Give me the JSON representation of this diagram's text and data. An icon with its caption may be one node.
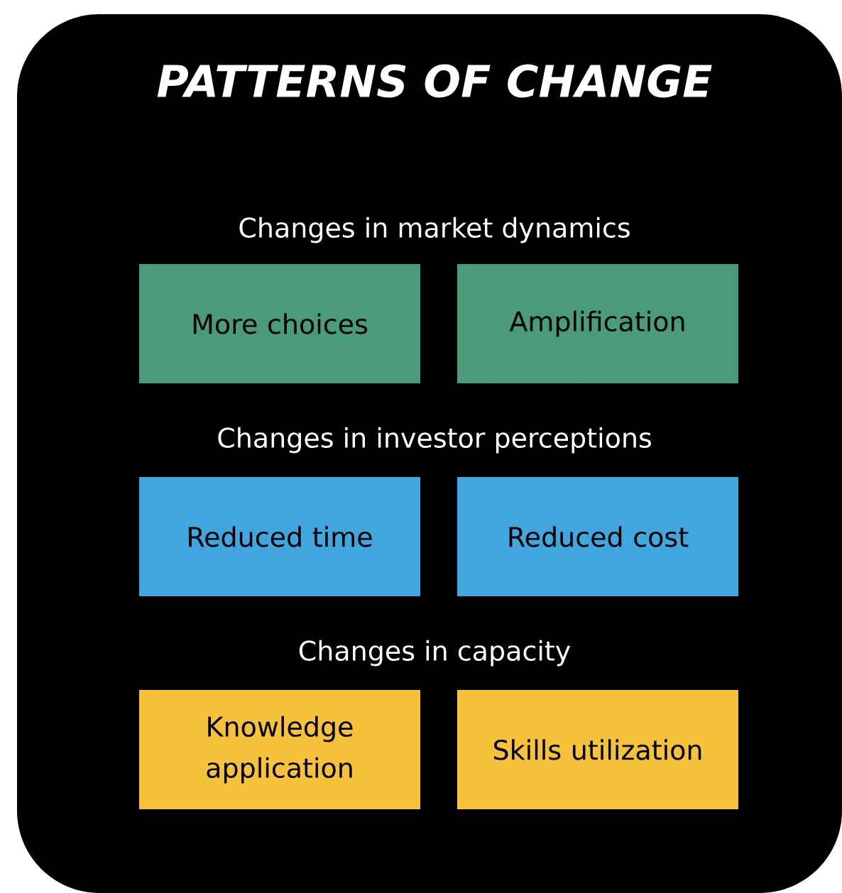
{
  "diagram": {
    "nodes": [
      {
        "text": [
          "PATTERNS OF CHANGE"
        ]
      },
      {
        "text": [
          "More choices"
        ],
        "in": 0
      },
      {
        "text": [
          "Amplification"
        ],
        "in": 0
      },
      {
        "text": [
          "Reduced time"
        ],
        "in": 0
      },
      {
        "text": [
          "Reduced cost"
        ],
        "in": 0
      },
      {
        "text": [
          "Knowledge application"
        ],
        "in": 0
      },
      {
        "text": [
          "Skills utilization"
        ],
        "in": 0
      }
    ],
    "labels": [
      "Changes in market dynamics",
      "Changes in investor perceptions",
      "Changes in capacity"
    ]
  }
}
